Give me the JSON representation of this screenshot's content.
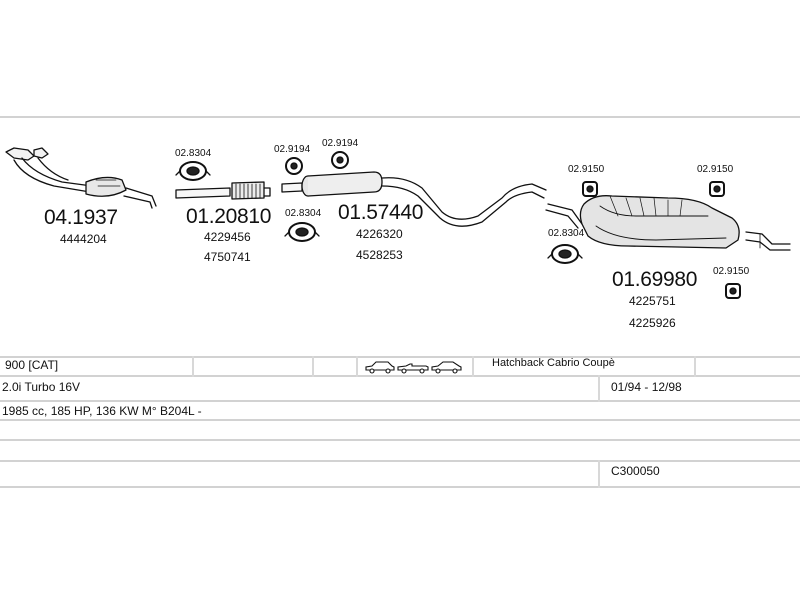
{
  "parts": [
    {
      "code": "04.1937",
      "refs": [
        "4444204"
      ]
    },
    {
      "code": "01.20810",
      "refs": [
        "4229456",
        "4750741"
      ]
    },
    {
      "code": "01.57440",
      "refs": [
        "4226320",
        "4528253"
      ]
    },
    {
      "code": "01.69980",
      "refs": [
        "4225751",
        "4225926"
      ]
    }
  ],
  "fittings": {
    "clamp_a": "02.8304",
    "ring_a": "02.9194",
    "ring_b": "02.9194",
    "clamp_b": "02.8304",
    "clamp_rear": "02.8304",
    "hanger_a": "02.9150",
    "hanger_b": "02.9150",
    "hanger_c": "02.9150"
  },
  "vehicle": {
    "model": "900  [CAT]",
    "body_types": "Hatchback Cabrio Coupè",
    "engine": "2.0i Turbo 16V",
    "years": "01/94 - 12/98",
    "specs": "1985 cc, 185 HP, 136 KW M° B204L -",
    "catalog_code": "C300050"
  },
  "icons": {
    "body_icons": [
      "hatchback-icon",
      "cabrio-icon",
      "coupe-icon"
    ],
    "line_color": "#d2d2d2"
  }
}
